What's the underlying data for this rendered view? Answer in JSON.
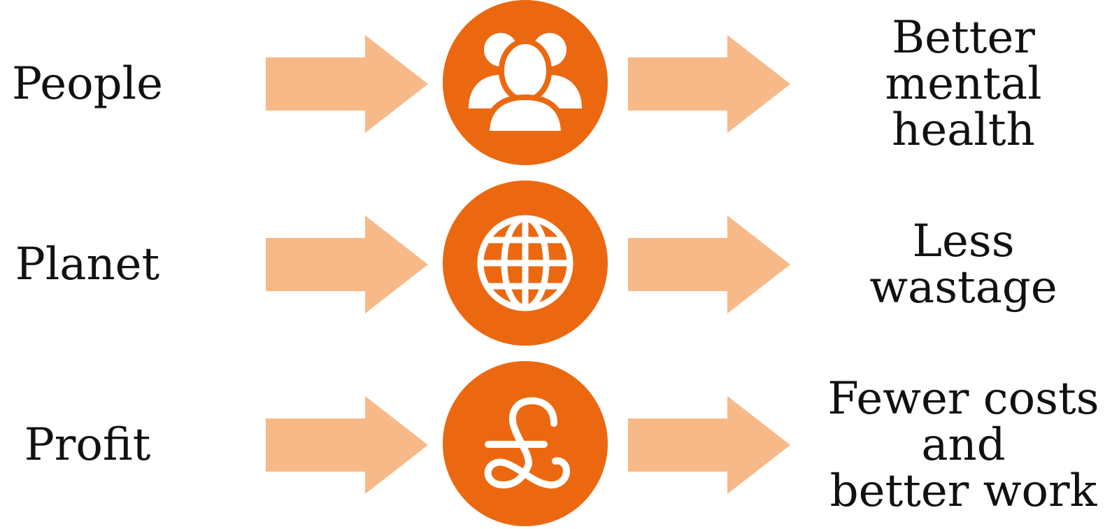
{
  "colors": {
    "accent": "#ec6810",
    "arrow": "#f8b988",
    "icon": "#ffffff",
    "text": "#111111"
  },
  "rows": [
    {
      "label": "People",
      "icon": "people-icon",
      "outcome": [
        "Better",
        "mental",
        "health"
      ]
    },
    {
      "label": "Planet",
      "icon": "globe-icon",
      "outcome": [
        "Less",
        "wastage"
      ]
    },
    {
      "label": "Profit",
      "icon": "pound-icon",
      "outcome": [
        "Fewer costs",
        "and",
        "better work"
      ]
    }
  ]
}
